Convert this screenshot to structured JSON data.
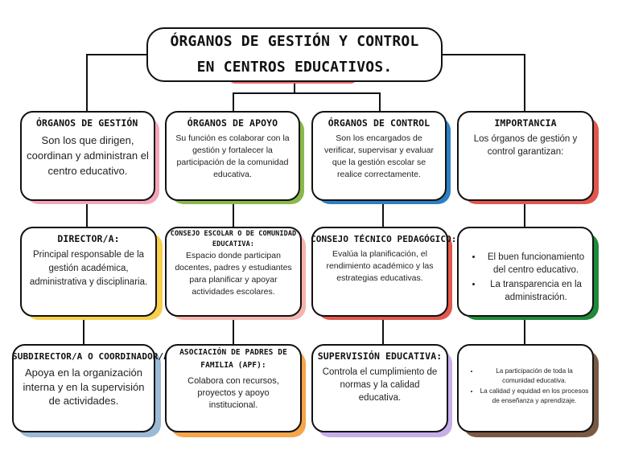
{
  "title": "ÓRGANOS DE GESTIÓN Y CONTROL EN CENTROS EDUCATIVOS.",
  "columns": [
    {
      "boxes": [
        {
          "heading": "ÓRGANOS DE GESTIÓN",
          "text": "Son los que dirigen, coordinan y administran el centro educativo."
        },
        {
          "heading": "DIRECTOR/A:",
          "text": "Principal responsable de la gestión académica, administrativa y disciplinaria."
        },
        {
          "heading": "SUBDIRECTOR/A O COORDINADOR/A",
          "text": "Apoya en la organización interna y en la supervisión de actividades."
        }
      ]
    },
    {
      "boxes": [
        {
          "heading": "ÓRGANOS DE APOYO",
          "text": "Su función es colaborar con la gestión y fortalecer la participación de la comunidad educativa."
        },
        {
          "heading": "CONSEJO ESCOLAR O DE COMUNIDAD EDUCATIVA:",
          "text": "Espacio donde participan docentes, padres y estudiantes para planificar y apoyar actividades escolares."
        },
        {
          "heading": "ASOCIACIÓN DE PADRES DE FAMILIA (APF):",
          "text": "Colabora con recursos, proyectos y apoyo institucional."
        }
      ]
    },
    {
      "boxes": [
        {
          "heading": "ÓRGANOS DE CONTROL",
          "text": "Son los encargados de verificar, supervisar y evaluar que la gestión escolar se realice correctamente."
        },
        {
          "heading": "CONSEJO TÉCNICO PEDAGÓGICO:",
          "text": "Evalúa la planificación, el rendimiento académico y las estrategias educativas."
        },
        {
          "heading": "SUPERVISIÓN EDUCATIVA:",
          "text": "Controla el cumplimiento de normas y la calidad educativa."
        }
      ]
    },
    {
      "boxes": [
        {
          "heading": "IMPORTANCIA",
          "text": "Los órganos de gestión y control garantizan:"
        },
        {
          "bullets": [
            "El buen funcionamiento del centro educativo.",
            "La transparencia en la administración."
          ]
        },
        {
          "bullets": [
            "La participación de toda la comunidad educativa.",
            "La calidad y equidad en los procesos de enseñanza y aprendizaje."
          ]
        }
      ]
    }
  ],
  "colors": {
    "title_accent": "#f26b6b",
    "pink": "#f4a6b8",
    "green": "#8bb84a",
    "blue": "#2f7fc1",
    "red": "#e2574c",
    "yellow": "#f7cf4a",
    "salmon": "#f5b5ad",
    "darkgreen": "#1f8a3a",
    "lightblue": "#9cbad6",
    "orange": "#f5a54a",
    "purple": "#c7aee8",
    "brown": "#7a5a44"
  }
}
